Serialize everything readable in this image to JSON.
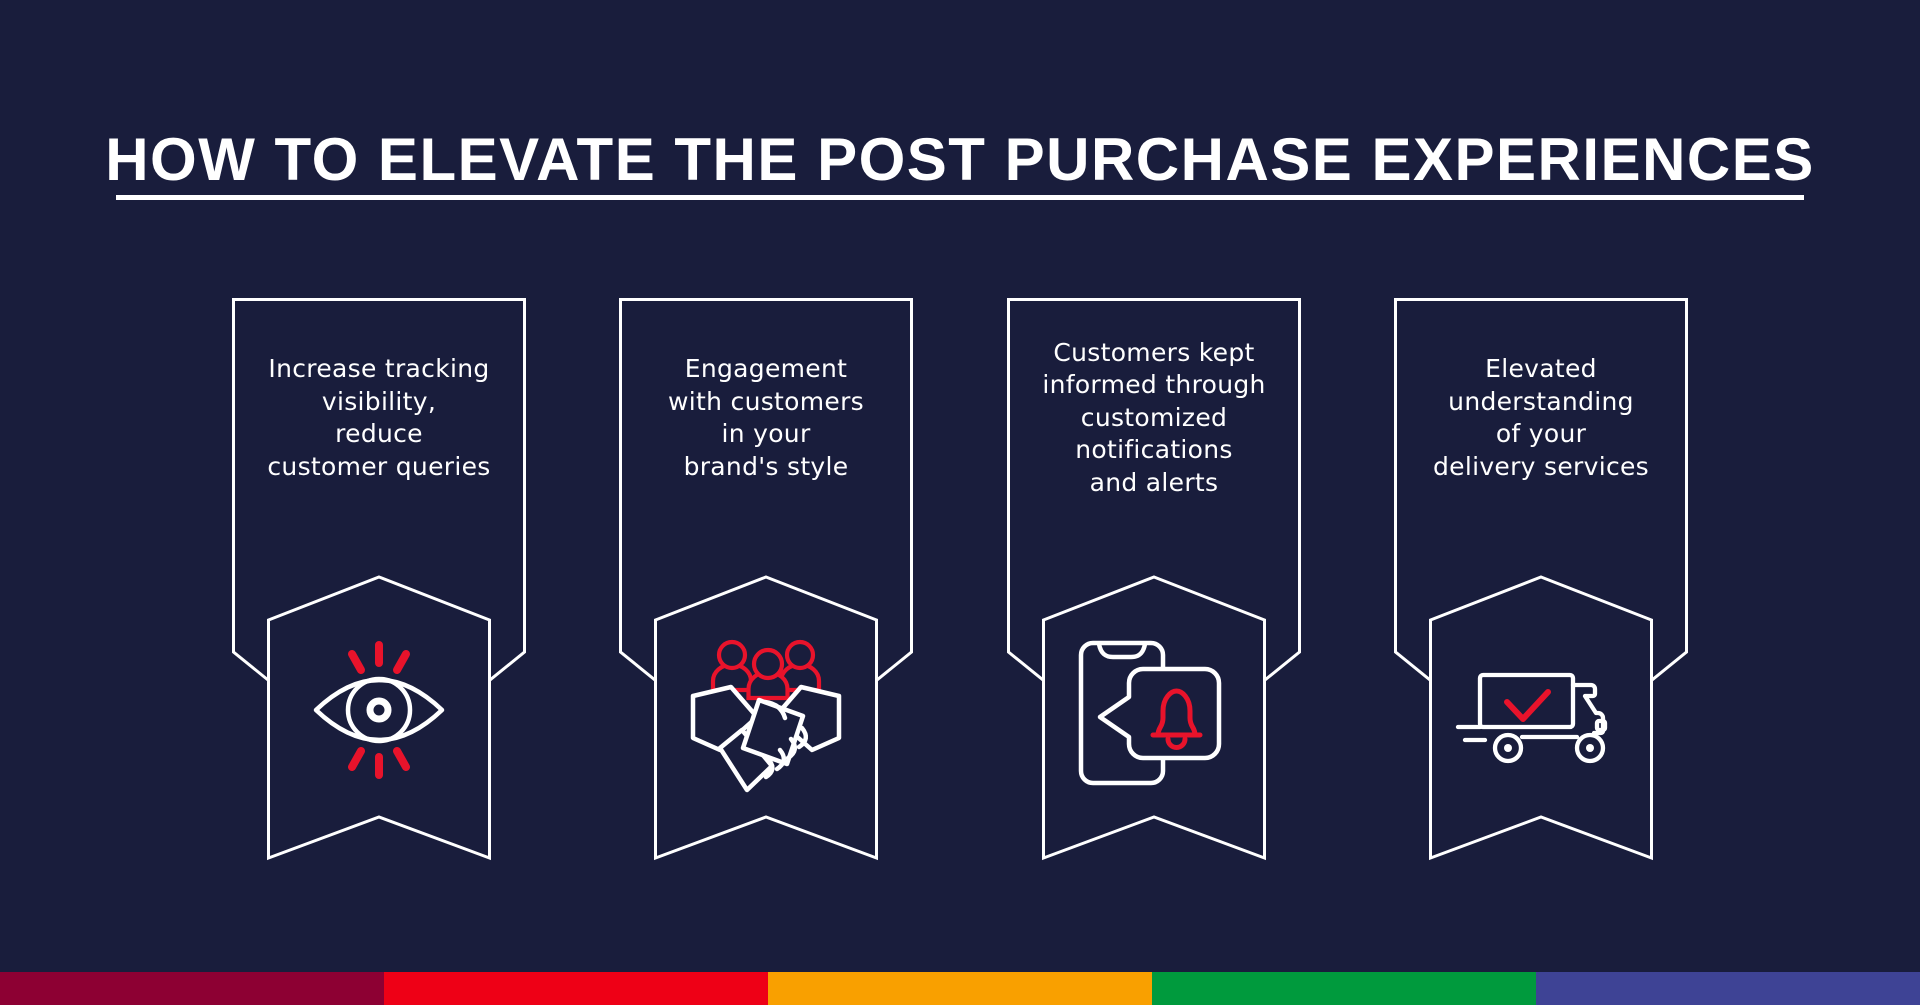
{
  "title": "HOW TO ELEVATE THE POST PURCHASE EXPERIENCES",
  "colors": {
    "background": "#191d3c",
    "accent_red": "#e8132b",
    "white": "#ffffff",
    "stripe": [
      "#8d0033",
      "#ee0016",
      "#f9a000",
      "#009a3d",
      "#3e4395"
    ]
  },
  "cards": [
    {
      "icon": "eye-icon",
      "text": "Increase tracking\nvisibility,\nreduce\ncustomer queries"
    },
    {
      "icon": "handshake-people-icon",
      "text": "Engagement\nwith customers\nin your\nbrand's style"
    },
    {
      "icon": "phone-notification-icon",
      "text": "Customers kept\ninformed through\ncustomized\nnotifications\nand alerts"
    },
    {
      "icon": "delivery-truck-icon",
      "text": "Elevated\nunderstanding\nof your\ndelivery services"
    }
  ]
}
